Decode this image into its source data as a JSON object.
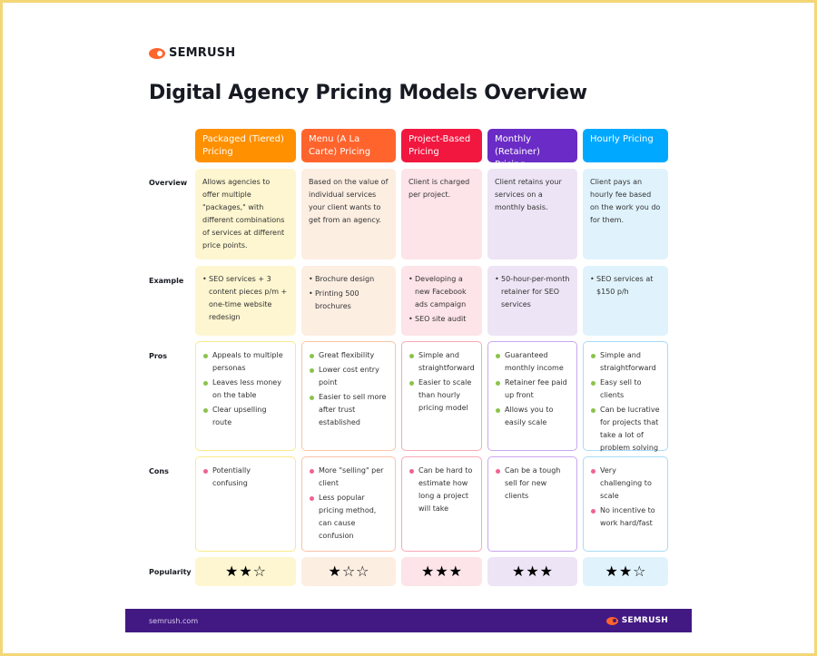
{
  "brand": "SEMRUSH",
  "title": "Digital Agency Pricing Models Overview",
  "row_labels": [
    "Overview",
    "Example",
    "Pros",
    "Cons",
    "Popularity"
  ],
  "colors": {
    "headers": [
      "#ff9000",
      "#ff642d",
      "#f2173f",
      "#6a2bc6",
      "#00a9ff"
    ],
    "tints": [
      "#fdf6d0",
      "#fdeee2",
      "#fde4e8",
      "#ede4f5",
      "#e0f3fd"
    ],
    "borders": [
      "#fbe98a",
      "#fbc3a8",
      "#f8a8b4",
      "#c9a8ee",
      "#a8dcf8"
    ]
  },
  "columns": [
    {
      "header": "Packaged (Tiered) Pricing",
      "overview": "Allows agencies to offer multiple \"packages,\" with different combinations of services at different price points.",
      "example": [
        "SEO services + 3 content pieces p/m + one-time website redesign"
      ],
      "pros": [
        "Appeals to multiple personas",
        "Leaves less money on the table",
        "Clear upselling route"
      ],
      "cons": [
        "Potentially confusing"
      ],
      "stars": 2
    },
    {
      "header": "Menu (A La Carte) Pricing",
      "overview": "Based on the value of individual services your client wants to get from an agency.",
      "example": [
        "Brochure design",
        "Printing 500 brochures"
      ],
      "pros": [
        "Great flexibility",
        "Lower cost entry point",
        "Easier to sell more after trust established"
      ],
      "cons": [
        "More \"selling\" per client",
        "Less popular pricing method, can cause confusion"
      ],
      "stars": 1
    },
    {
      "header": "Project-Based Pricing",
      "overview": "Client is charged per project.",
      "example": [
        "Developing a new Facebook ads campaign",
        "SEO site audit"
      ],
      "pros": [
        "Simple and straightforward",
        "Easier to scale than hourly pricing model"
      ],
      "cons": [
        "Can be hard to estimate how long a project will take"
      ],
      "stars": 3
    },
    {
      "header": "Monthly (Retainer) Pricing",
      "overview": "Client retains your services on a monthly basis.",
      "example": [
        "50-hour-per-month retainer for SEO services"
      ],
      "pros": [
        "Guaranteed monthly income",
        "Retainer fee paid up front",
        "Allows you to easily scale"
      ],
      "cons": [
        "Can be a tough sell for new clients"
      ],
      "stars": 3
    },
    {
      "header": "Hourly Pricing",
      "overview": "Client pays an hourly fee based on the work you do for them.",
      "example": [
        "SEO services at $150 p/h"
      ],
      "pros": [
        "Simple and straightforward",
        "Easy sell to clients",
        "Can be lucrative for projects that take a lot of problem solving"
      ],
      "cons": [
        "Very challenging to scale",
        "No incentive to work hard/fast"
      ],
      "stars": 2
    }
  ],
  "footer": {
    "url": "semrush.com",
    "brand": "SEMRUSH"
  }
}
